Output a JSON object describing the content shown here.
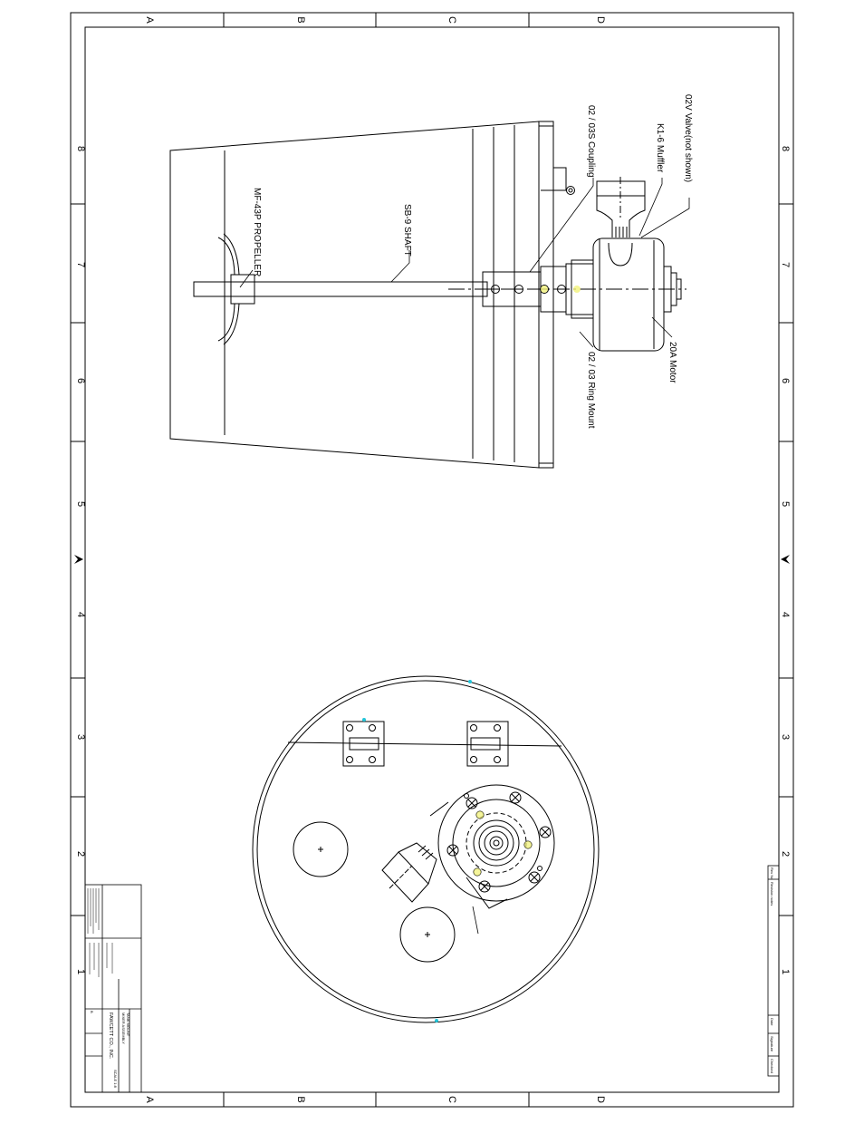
{
  "border": {
    "col_letters": [
      "A",
      "B",
      "C",
      "D"
    ],
    "row_numbers": [
      "8",
      "7",
      "6",
      "5",
      "4",
      "3",
      "2",
      "1"
    ]
  },
  "side_view_labels": {
    "valve": "02V Valve(not shown)",
    "muffler": "K1-6 Muffler",
    "coupling": "02 / 03S Coupling",
    "shaft": "SB-9 SHAFT",
    "propeller": "MF-43P PROPELLER",
    "motor": "20A Motor",
    "ring_mount": "02 / 03 Ring Mount"
  },
  "title_block": {
    "company": "FAWCETT CO., INC.",
    "drawing_title": "MIXER ASSEMBLY",
    "drawing_subtitle": "TANK MOUNT",
    "scale": "SCALE 1:8",
    "size": "B"
  },
  "revision_block": {
    "revision_header": "Revision notes",
    "rev_label": "Rev No",
    "date_label": "Date",
    "signature_label": "Signature",
    "checked_label": "Checked"
  },
  "colors": {
    "line": "#000000",
    "highlight": "#f2f27a",
    "cyan_marker": "#22c4d8"
  }
}
